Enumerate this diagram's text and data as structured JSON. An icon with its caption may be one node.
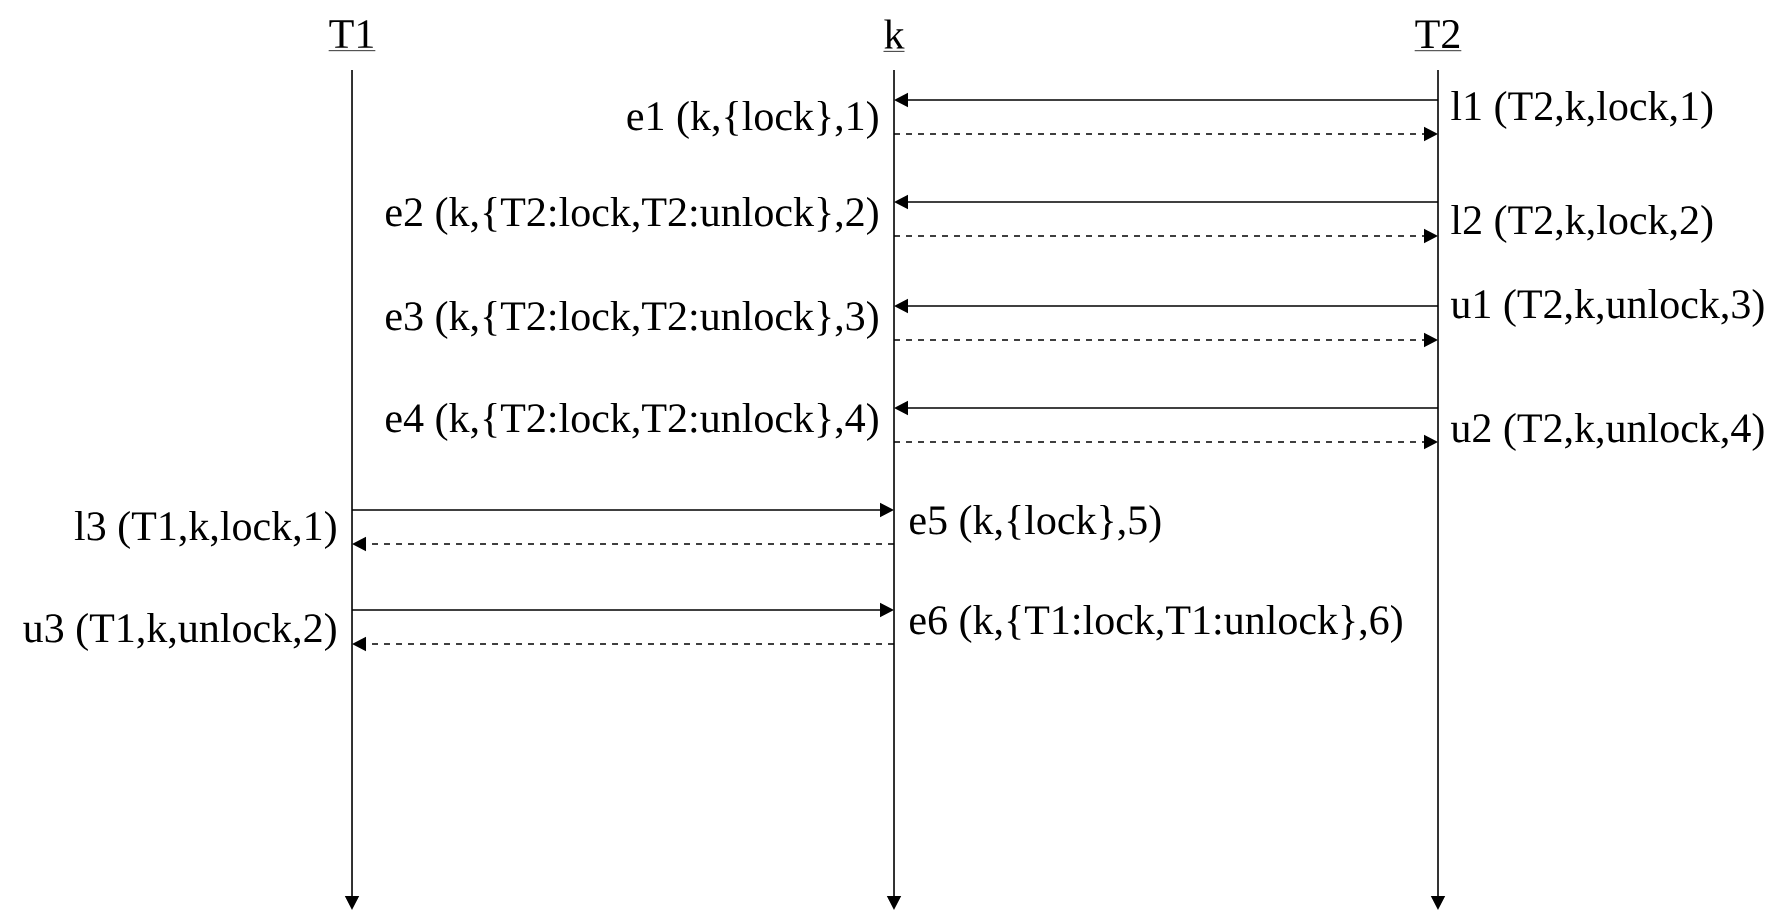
{
  "diagram": {
    "nodes": [
      {
        "text": [
          "T1"
        ]
      },
      {
        "text": [
          "k"
        ]
      },
      {
        "text": [
          "T2"
        ]
      }
    ],
    "edges": [
      {
        "from": 2,
        "to": 1,
        "arrow": "to",
        "label": "l1 (T2,k,lock,1)"
      },
      {
        "from": 1,
        "to": 2,
        "arrow": "to",
        "style": "dashed",
        "label": "e1 (k,{lock},1)"
      },
      {
        "from": 2,
        "to": 1,
        "arrow": "to",
        "label": "l2 (T2,k,lock,2)"
      },
      {
        "from": 1,
        "to": 2,
        "arrow": "to",
        "style": "dashed",
        "label": "e2 (k,{T2:lock,T2:unlock},2)"
      },
      {
        "from": 2,
        "to": 1,
        "arrow": "to",
        "label": "u1 (T2,k,unlock,3)"
      },
      {
        "from": 1,
        "to": 2,
        "arrow": "to",
        "style": "dashed",
        "label": "e3 (k,{T2:lock,T2:unlock},3)"
      },
      {
        "from": 2,
        "to": 1,
        "arrow": "to",
        "label": "u2 (T2,k,unlock,4)"
      },
      {
        "from": 1,
        "to": 2,
        "arrow": "to",
        "style": "dashed",
        "label": "e4 (k,{T2:lock,T2:unlock},4)"
      },
      {
        "from": 0,
        "to": 1,
        "arrow": "to",
        "label": "l3 (T1,k,lock,1)"
      },
      {
        "from": 1,
        "to": 0,
        "arrow": "to",
        "style": "dashed",
        "label": "e5 (k,{lock},5)"
      },
      {
        "from": 0,
        "to": 1,
        "arrow": "to",
        "label": "u3 (T1,k,unlock,2)"
      },
      {
        "from": 1,
        "to": 0,
        "arrow": "to",
        "style": "dashed",
        "label": "e6 (k,{T1:lock,T1:unlock},6)"
      }
    ]
  }
}
